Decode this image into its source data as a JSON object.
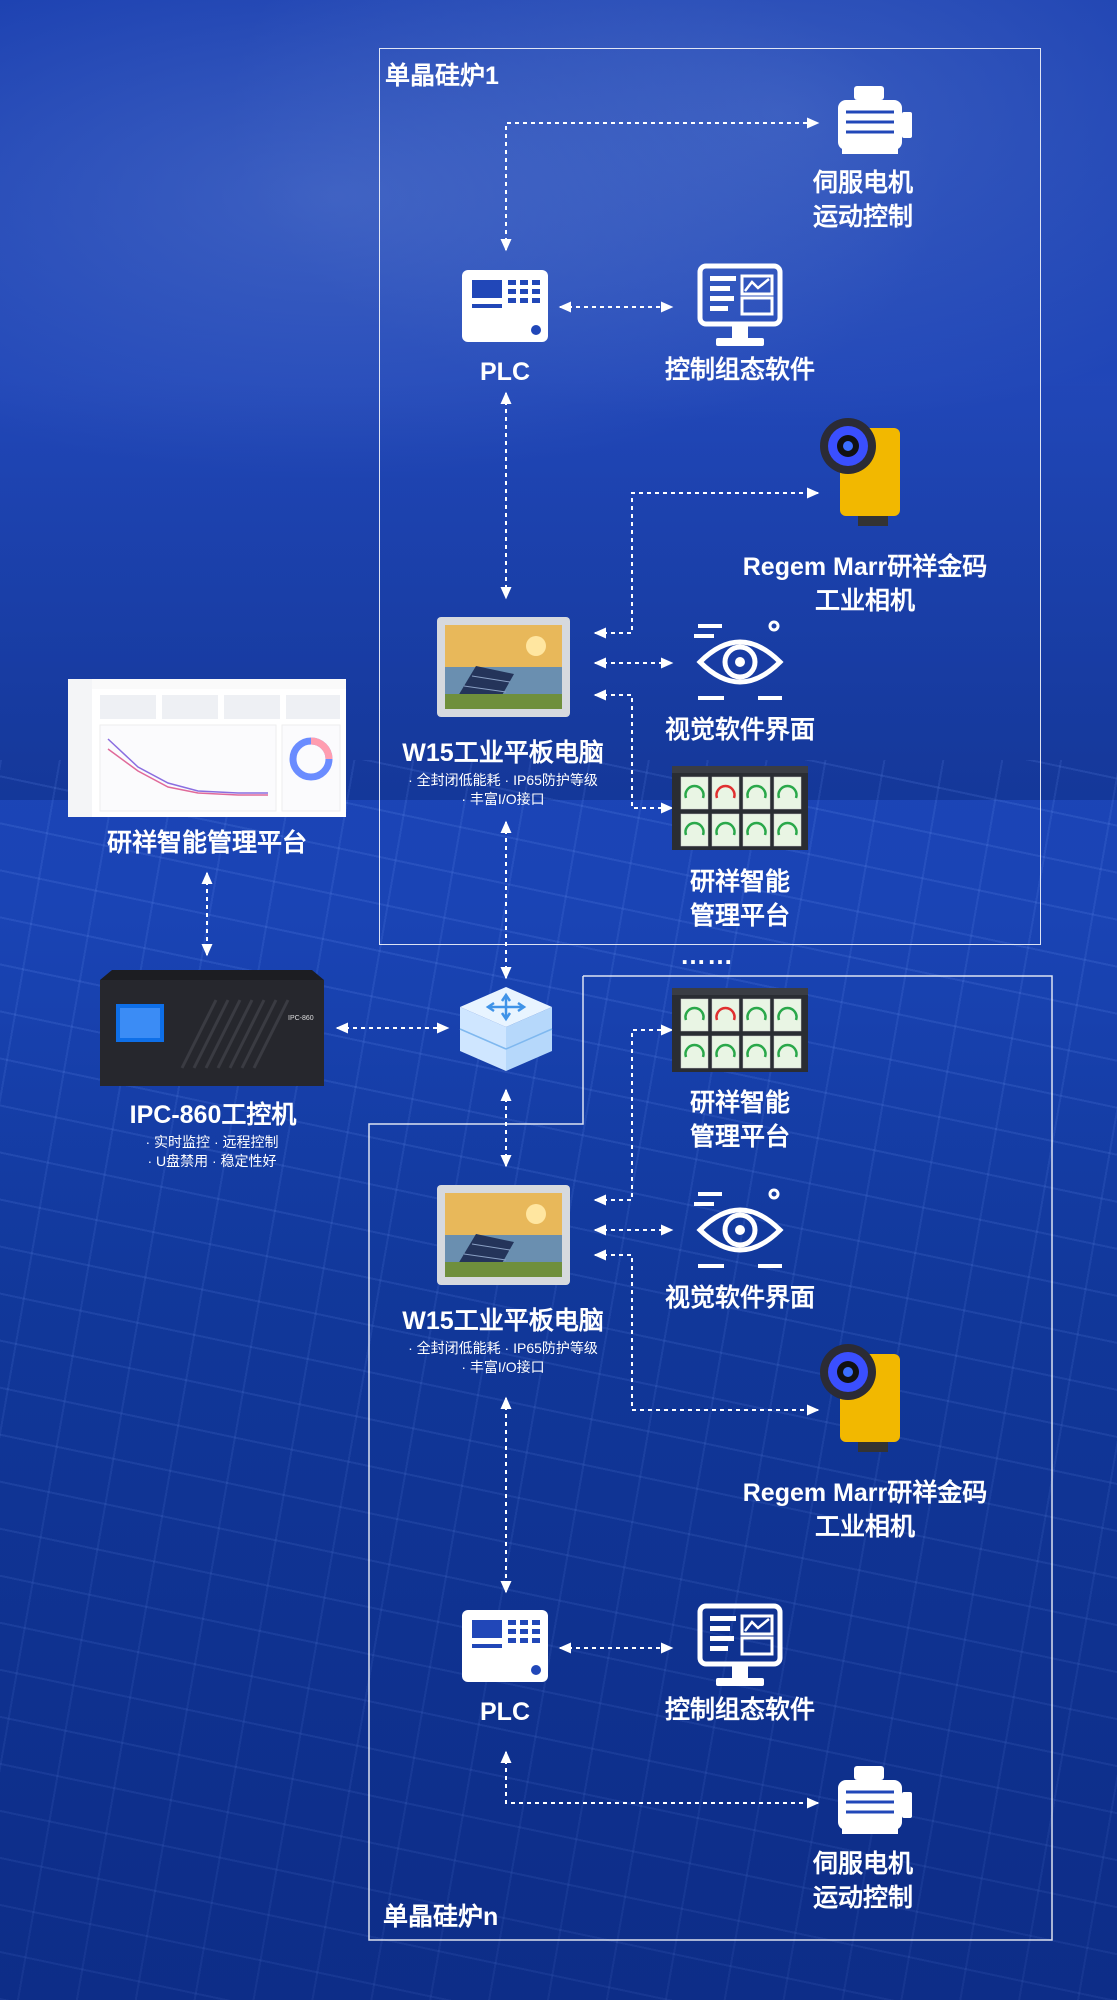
{
  "zones": {
    "zone1_title": "单晶硅炉1",
    "zone2_title": "单晶硅炉n",
    "ellipsis": "……"
  },
  "nodes": {
    "servo_top": {
      "line1": "伺服电机",
      "line2": "运动控制"
    },
    "plc_top": {
      "label": "PLC"
    },
    "scada_top": {
      "label": "控制组态软件"
    },
    "camera_top": {
      "line1": "Regem Marr研祥金码",
      "line2": "工业相机"
    },
    "tablet_top": {
      "label": "W15工业平板电脑",
      "desc1": "· 全封闭低能耗 · IP65防护等级",
      "desc2": "· 丰富I/O接口"
    },
    "vision_top": {
      "label": "视觉软件界面"
    },
    "mgmt_top": {
      "line1": "研祥智能",
      "line2": "管理平台"
    },
    "mgmt_left": {
      "label": "研祥智能管理平台"
    },
    "ipc": {
      "label": "IPC-860工控机",
      "desc1": "· 实时监控 · 远程控制",
      "desc2": "· U盘禁用 · 稳定性好",
      "panel_text": "IPC-860"
    },
    "mgmt_bottom": {
      "line1": "研祥智能",
      "line2": "管理平台"
    },
    "tablet_bottom": {
      "label": "W15工业平板电脑",
      "desc1": "· 全封闭低能耗 · IP65防护等级",
      "desc2": "· 丰富I/O接口"
    },
    "vision_bottom": {
      "label": "视觉软件界面"
    },
    "camera_bottom": {
      "line1": "Regem Marr研祥金码",
      "line2": "工业相机"
    },
    "plc_bottom": {
      "label": "PLC"
    },
    "scada_bottom": {
      "label": "控制组态软件"
    },
    "servo_bottom": {
      "line1": "伺服电机",
      "line2": "运动控制"
    }
  },
  "icons": {
    "servo": "servo-motor-icon",
    "plc": "plc-controller-icon",
    "scada": "monitor-software-icon",
    "camera": "industrial-camera-icon",
    "tablet": "industrial-tablet-icon",
    "vision": "eye-vision-icon",
    "dashboard": "gauge-dashboard-icon",
    "switch": "network-switch-icon",
    "ipc": "industrial-pc-icon",
    "platform": "platform-screenshot-icon"
  },
  "colors": {
    "background": "#1a44b5",
    "line": "#ffffff",
    "camera_body": "#f2b800",
    "camera_ring": "#3a4fff"
  }
}
